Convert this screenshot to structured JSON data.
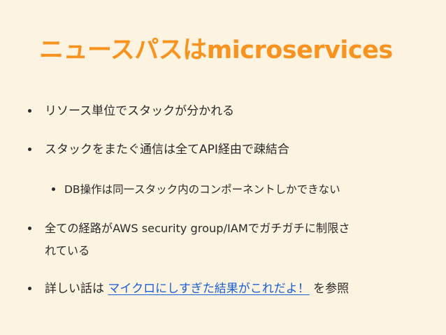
{
  "slide": {
    "title": "ニュースパスはmicroservices",
    "title_color": "#f7931e",
    "link_color": "#1a5fd6",
    "bullets": [
      {
        "text": "リソース単位でスタックが分かれる"
      },
      {
        "text": "スタックをまたぐ通信は全てAPI経由で疎結合"
      },
      {
        "text": "DB操作は同一スタック内のコンポーネントしかできない"
      },
      {
        "line1": "全ての経路がAWS security group/IAMでガチガチに制限さ",
        "line2": "れている"
      },
      {
        "before": "詳しい話は ",
        "link": "マイクロにしすぎた結果がこれだよ！",
        "after": " を参照"
      }
    ]
  }
}
